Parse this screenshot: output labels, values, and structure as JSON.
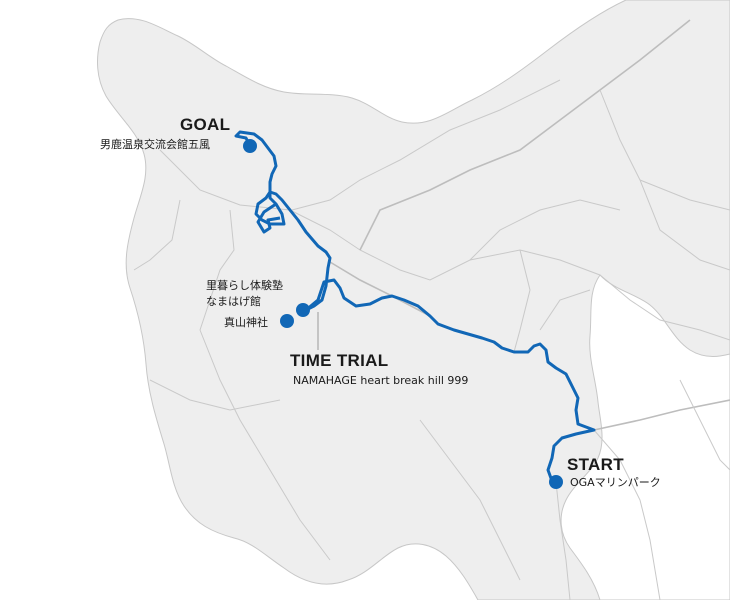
{
  "colors": {
    "route": "#1167b6",
    "marker": "#1167b6",
    "land": "#eeeeee",
    "coast": "#c7c7c7",
    "roads_thin": "#c9c9c9",
    "roads_major": "#bdbdbd",
    "water": "#ffffff",
    "text": "#1a1a1a"
  },
  "labels": {
    "goal_title": "GOAL",
    "goal_place": "男鹿温泉交流会館五風",
    "tt_place_line1": "里暮らし体験塾",
    "tt_place_line2": "なまはげ館",
    "shrine": "真山神社",
    "tt_title": "TIME TRIAL",
    "tt_subtitle": "NAMAHAGE heart break hill 999",
    "start_title": "START",
    "start_place": "OGAマリンパーク"
  },
  "markers": [
    {
      "id": "goal",
      "icon": "circle-marker"
    },
    {
      "id": "namahage",
      "icon": "circle-marker"
    },
    {
      "id": "shrine",
      "icon": "circle-marker"
    },
    {
      "id": "start",
      "icon": "circle-marker"
    }
  ]
}
